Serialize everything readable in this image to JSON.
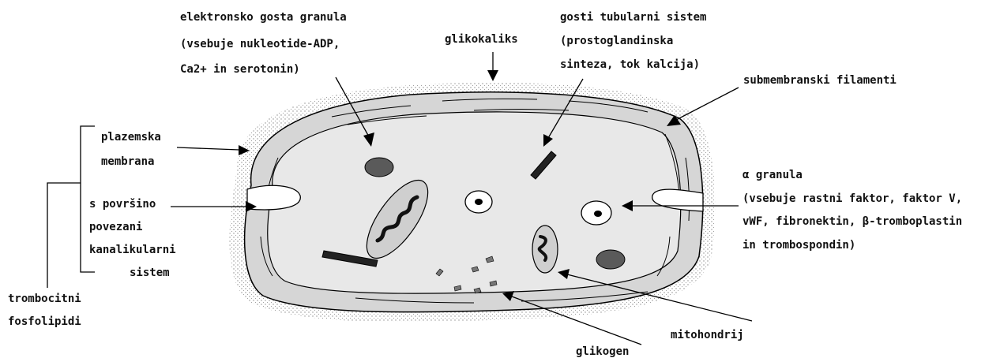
{
  "colors": {
    "cell_fill": "#e6e6e6",
    "membrane_fill": "#d8d8d8",
    "outline": "#000000",
    "dense_granule": "#5a5a5a",
    "stipple": "#9a9a9a"
  },
  "labels": {
    "dense_granule": [
      "elektronsko gosta granula",
      "(vsebuje nukleotide-ADP,",
      "Ca2+ in serotonin)"
    ],
    "glycocalyx": "glikokaliks",
    "dense_tubular": [
      "gosti tubularni sistem",
      "(prostoglandinska",
      "sinteza, tok kalcija)"
    ],
    "submembrane": "submembranski filamenti",
    "plasma_membrane": [
      "plazemska",
      "membrana"
    ],
    "canalicular": [
      "s površino",
      "povezani",
      "kanalikularni",
      "sistem"
    ],
    "alpha_granule": [
      "α granula",
      "(vsebuje rastni faktor, faktor V,",
      "vWF, fibronektin, β-tromboplastin",
      "in trombospondin)"
    ],
    "phospholipids": [
      "trombocitni",
      "fosfolipidi"
    ],
    "mitochondrion": "mitohondrij",
    "glycogen": "glikogen"
  }
}
